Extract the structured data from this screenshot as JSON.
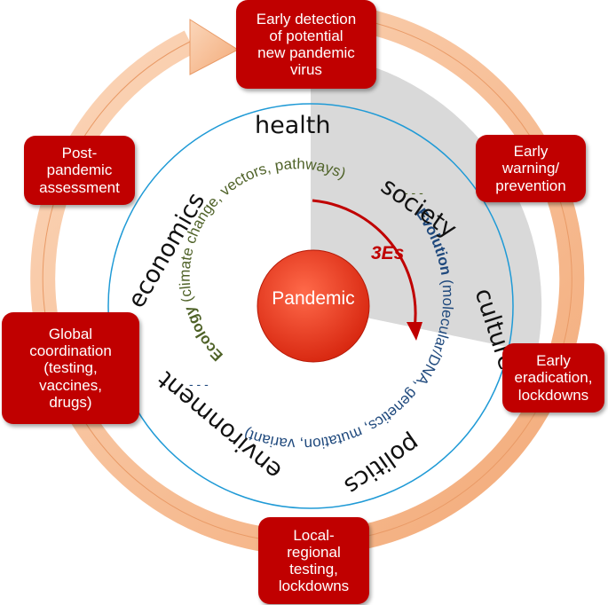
{
  "center": {
    "label": "Pandemic"
  },
  "three_es": {
    "label": "3Es"
  },
  "ecology": {
    "title": "Ecology",
    "detail": "(climate change, vectors, pathways)"
  },
  "evolution": {
    "title": "Evolution",
    "detail": "(molecular/DNA, genetics, mutation, variant)"
  },
  "keywords": {
    "health": "health",
    "society": "society",
    "culture": "culture",
    "politics": "politics",
    "environment": "environment",
    "economics": "economics"
  },
  "stages": [
    {
      "label": "Early detection\nof potential\nnew pandemic\nvirus"
    },
    {
      "label": "Early\nwarning/\nprevention"
    },
    {
      "label": "Early\neradication,\nlockdowns"
    },
    {
      "label": "Local-\nregional\ntesting,\nlockdowns"
    },
    {
      "label": "Global\ncoordination\n(testing,\nvaccines,\ndrugs)"
    },
    {
      "label": "Post-\npandemic\nassessment"
    }
  ],
  "colors": {
    "box_fill": "#c00000",
    "cycle_arrow": "#f5b88a",
    "sector_shade": "#d9d9d9",
    "ring_line": "#1f9ad6",
    "ecology_text": "#4f6228",
    "evolution_text": "#1f497d",
    "three_es_arrow": "#c00000"
  }
}
